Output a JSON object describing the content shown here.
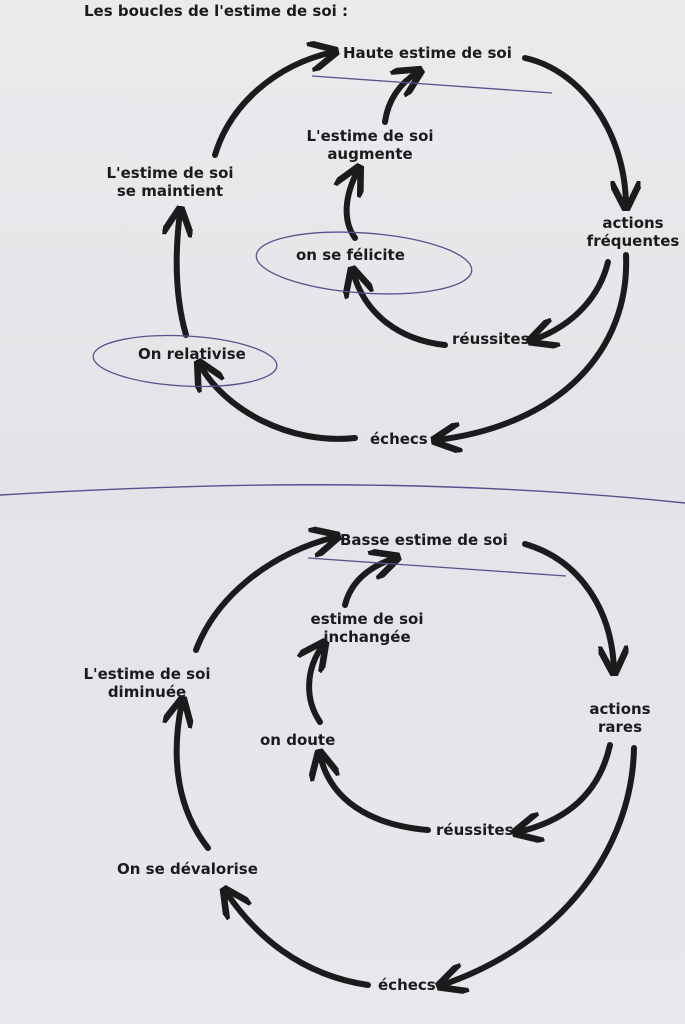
{
  "title": "Les boucles de l'estime de soi :",
  "high": {
    "top": "Haute estime de soi",
    "actions": [
      "actions",
      "fréquentes"
    ],
    "successes": "réussites",
    "congrats": "on se félicite",
    "increase": [
      "L'estime de soi",
      "augmente"
    ],
    "failures": "échecs",
    "relativize": "On relativise",
    "maintain": [
      "L'estime de soi",
      "se maintient"
    ]
  },
  "low": {
    "top": "Basse estime de soi",
    "actions": [
      "actions",
      "rares"
    ],
    "successes": "réussites",
    "doubt": "on doute",
    "unchanged": [
      "estime de soi",
      "inchangée"
    ],
    "failures": "échecs",
    "devalue": "On se dévalorise",
    "decrease": [
      "L'estime de soi",
      "diminuée"
    ]
  },
  "colors": {
    "ink": "#1d1a1d",
    "pen": "#5a4f8f"
  }
}
